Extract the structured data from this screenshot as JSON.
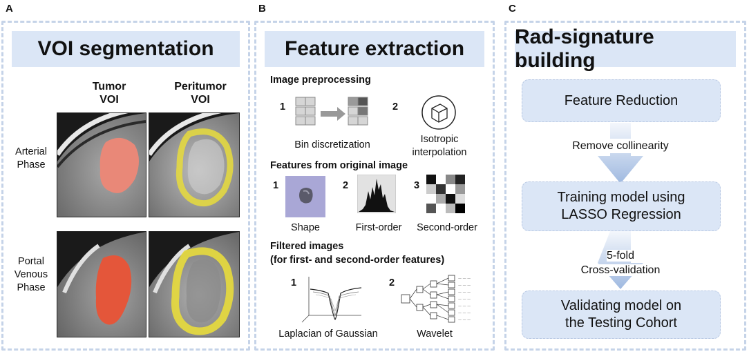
{
  "panelA": {
    "letter": "A",
    "title": "VOI segmentation",
    "col_tumor": "Tumor\nVOI",
    "col_peritumor": "Peritumor\nVOI",
    "row_arterial": "Arterial\nPhase",
    "row_portal": "Portal\nVenous\nPhase",
    "colors": {
      "tumor_arterial": "#e98878",
      "tumor_portal": "#e4563a",
      "peritumor": "#e8dc3c"
    }
  },
  "panelB": {
    "letter": "B",
    "title": "Feature extraction",
    "preproc_heading": "Image preprocessing",
    "preproc": [
      {
        "num": "1",
        "label": "Bin discretization"
      },
      {
        "num": "2",
        "label": "Isotropic\ninterpolation"
      }
    ],
    "original_heading": "Features from original image",
    "original": [
      {
        "num": "1",
        "label": "Shape"
      },
      {
        "num": "2",
        "label": "First-order"
      },
      {
        "num": "3",
        "label": "Second-order"
      }
    ],
    "filtered_heading": "Filtered images\n(for  first- and second-order features)",
    "filtered": [
      {
        "num": "1",
        "label": "Laplacian of Gaussian"
      },
      {
        "num": "2",
        "label": "Wavelet"
      }
    ]
  },
  "panelC": {
    "letter": "C",
    "title": "Rad-signature building",
    "steps": [
      "Feature Reduction",
      "Training model using\nLASSO Regression",
      "Validating model on\nthe Testing Cohort"
    ],
    "transitions": [
      "Remove collinearity",
      "5-fold\nCross-validation"
    ]
  }
}
